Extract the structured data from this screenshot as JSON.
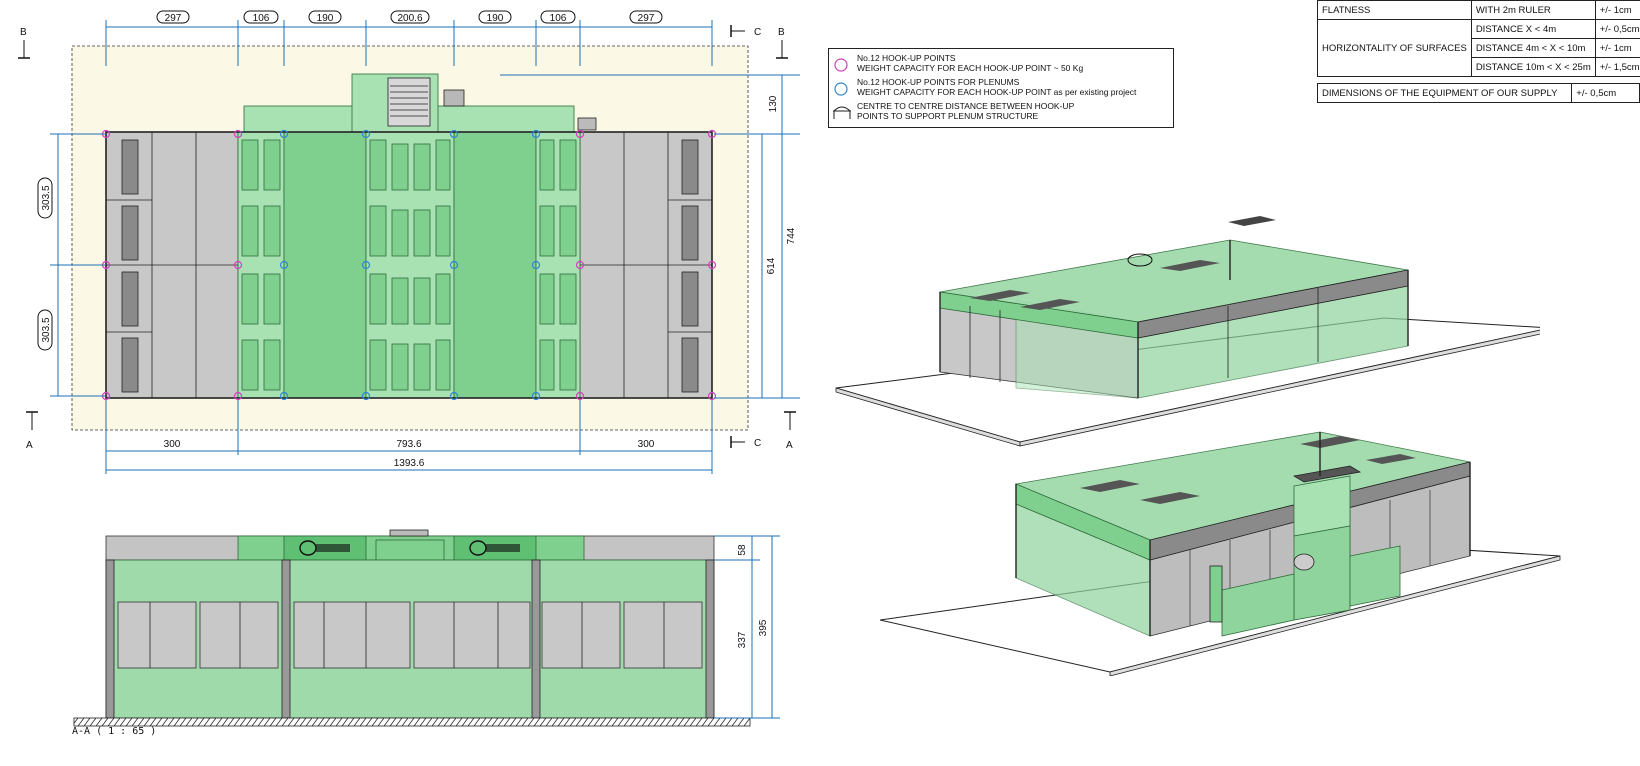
{
  "plan": {
    "top_dims": [
      "297",
      "106",
      "190",
      "200.6",
      "190",
      "106",
      "297"
    ],
    "bottom_dims": {
      "left": "300",
      "middle": "793.6",
      "right": "300",
      "total": "1393.6"
    },
    "left_dims": [
      "303.5",
      "303.5"
    ],
    "right_dims": {
      "top": "130",
      "inner": "614",
      "outer": "744"
    },
    "section_letters": {
      "b_left": "B",
      "b_right": "B",
      "c_top": "C",
      "c_bottom": "C",
      "a_left": "A",
      "a_right": "A"
    }
  },
  "elevation": {
    "dims": {
      "top": "58",
      "inner": "337",
      "outer": "395"
    },
    "caption": "A-A ( 1 : 65 )"
  },
  "legend": {
    "item1_line1": "No.12 HOOK-UP POINTS",
    "item1_line2": "WEIGHT CAPACITY FOR EACH HOOK-UP POINT ~ 50 Kg",
    "item2_line1": "No.12 HOOK-UP POINTS FOR PLENUMS",
    "item2_line2": "WEIGHT CAPACITY FOR EACH HOOK-UP POINT as per existing project",
    "item3_line1": "CENTRE TO CENTRE DISTANCE BETWEEN HOOK-UP",
    "item3_line2": "POINTS TO SUPPORT PLENUM STRUCTURE",
    "colors": {
      "magenta": "#d63fbf",
      "blue": "#2f86d6"
    }
  },
  "tolerances": {
    "flatness_label": "FLATNESS",
    "flatness_cond": "WITH 2m RULER",
    "flatness_val": "+/- 1cm",
    "horiz_label": "HORIZONTALITY OF SURFACES",
    "horiz_rows": [
      {
        "cond": "DISTANCE X < 4m",
        "val": "+/- 0,5cm"
      },
      {
        "cond": "DISTANCE 4m < X < 10m",
        "val": "+/- 1cm"
      },
      {
        "cond": "DISTANCE 10m < X < 25m",
        "val": "+/- 1,5cm"
      }
    ],
    "dimensions_label": "DIMENSIONS OF THE EQUIPMENT OF OUR SUPPLY",
    "dimensions_val": "+/- 0,5cm"
  },
  "colors": {
    "green": "#7fcf8f",
    "green_light": "#a8e2b2",
    "grey": "#c8c8c8",
    "cream": "#fbf9e6",
    "dim_blue": "#1d6fb8"
  }
}
